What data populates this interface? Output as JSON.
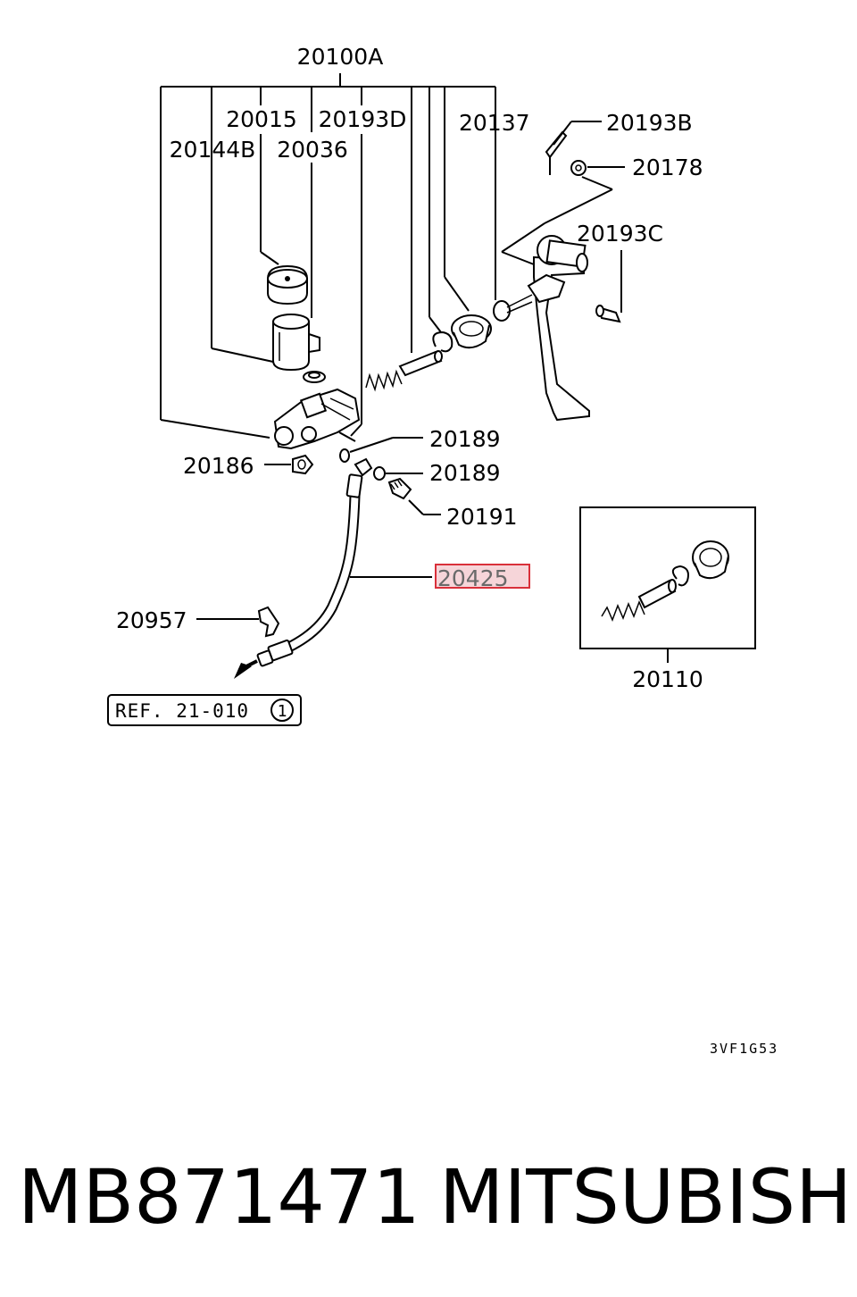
{
  "callouts": {
    "c20100A": "20100A",
    "c20015": "20015",
    "c20193D": "20193D",
    "c20144B": "20144B",
    "c20036": "20036",
    "c20137": "20137",
    "c20193B": "20193B",
    "c20178": "20178",
    "c20193C": "20193C",
    "c20189a": "20189",
    "c20189b": "20189",
    "c20186": "20186",
    "c20191": "20191",
    "c20425": "20425",
    "c20957": "20957",
    "c20110": "20110"
  },
  "highlighted_part": "20425",
  "highlight_color": "#d9303a",
  "reference": {
    "text": "REF. 21-010",
    "circled_number": "1"
  },
  "diagram_code": "3VF1G53",
  "footer": {
    "part_number": "MB871471",
    "brand": "MITSUBISHI"
  }
}
